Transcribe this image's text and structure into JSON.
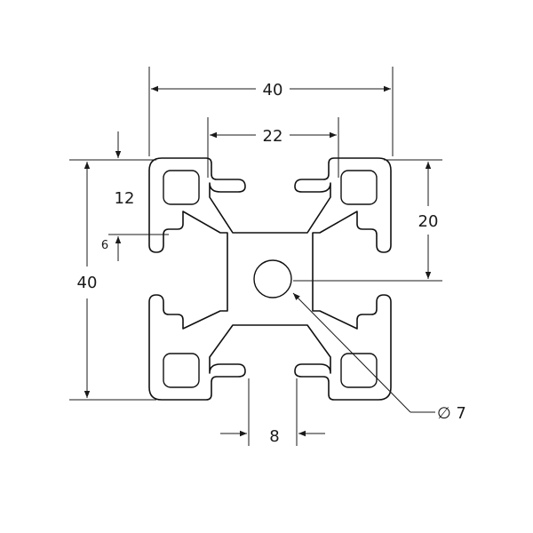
{
  "diagram": {
    "dimensions": {
      "width_top": "40",
      "slot_span": "22",
      "height_left": "40",
      "upper_offset": "12",
      "small_step": "6",
      "half_height": "20",
      "slot_opening": "8",
      "bore_diameter": "∅ 7"
    }
  }
}
